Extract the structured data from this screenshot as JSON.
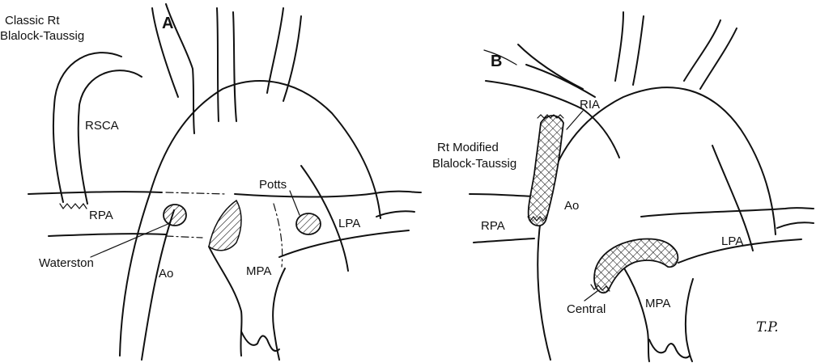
{
  "panel_a": {
    "letter": "A",
    "title_line1": "Classic Rt",
    "title_line2": "Blalock-Taussig",
    "labels": {
      "rsca": "RSCA",
      "rpa": "RPA",
      "waterston": "Waterston",
      "ao": "Ao",
      "potts": "Potts",
      "lpa": "LPA",
      "mpa": "MPA"
    }
  },
  "panel_b": {
    "letter": "B",
    "labels": {
      "ria": "RIA",
      "modified_line1": "Rt Modified",
      "modified_line2": "Blalock-Taussig",
      "ao": "Ao",
      "rpa": "RPA",
      "lpa": "LPA",
      "central": "Central",
      "mpa": "MPA"
    },
    "signature": "T.P."
  }
}
